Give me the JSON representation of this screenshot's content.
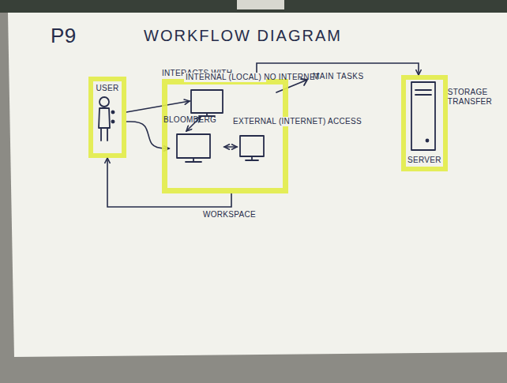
{
  "diagram": {
    "title": "WORKFLOW DIAGRAM",
    "nodes": [
      {
        "text": [
          "USER"
        ]
      },
      {
        "text": [
          "INTERACTS WITH"
        ]
      },
      {
        "text": [
          "INTERNAL (LOCAL) NO INTERNET"
        ],
        "in": 1
      },
      {
        "text": [
          "BLOOMBERG"
        ],
        "in": 1
      },
      {
        "text": [
          "EXTERNAL (INTERNET) ACCESS"
        ],
        "in": 1
      },
      {
        "text": [
          "SERVER",
          "STORAGE TRANSFER"
        ]
      }
    ],
    "edges": [
      {
        "from": 0,
        "to": 2,
        "arrow": "to"
      },
      {
        "from": 0,
        "to": 3,
        "arrow": "to"
      },
      {
        "from": 2,
        "to": 3,
        "arrow": "both"
      },
      {
        "from": 3,
        "to": 4,
        "arrow": "both"
      },
      {
        "from": 1,
        "to": 5,
        "arrow": "both"
      },
      {
        "from": 1,
        "to": 0,
        "label": "WORKSPACE",
        "arrow": "to"
      }
    ],
    "labels": [
      "P9",
      "MAIN TASKS"
    ]
  }
}
